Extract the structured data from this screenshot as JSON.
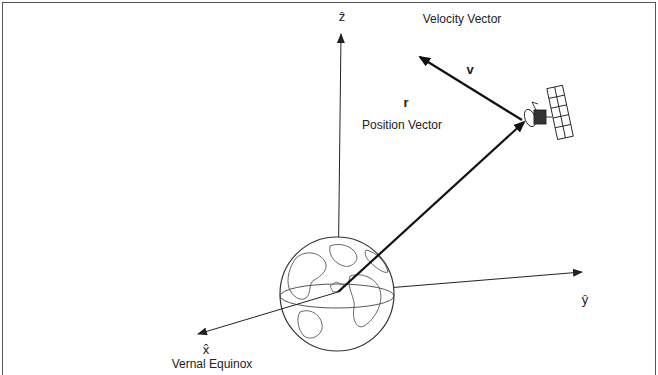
{
  "diagram": {
    "labels": [
      "Velocity Vector",
      "v",
      "r",
      "Position Vector",
      "ẑ",
      "ŷ",
      "x̂",
      "Vernal Equinox"
    ]
  }
}
